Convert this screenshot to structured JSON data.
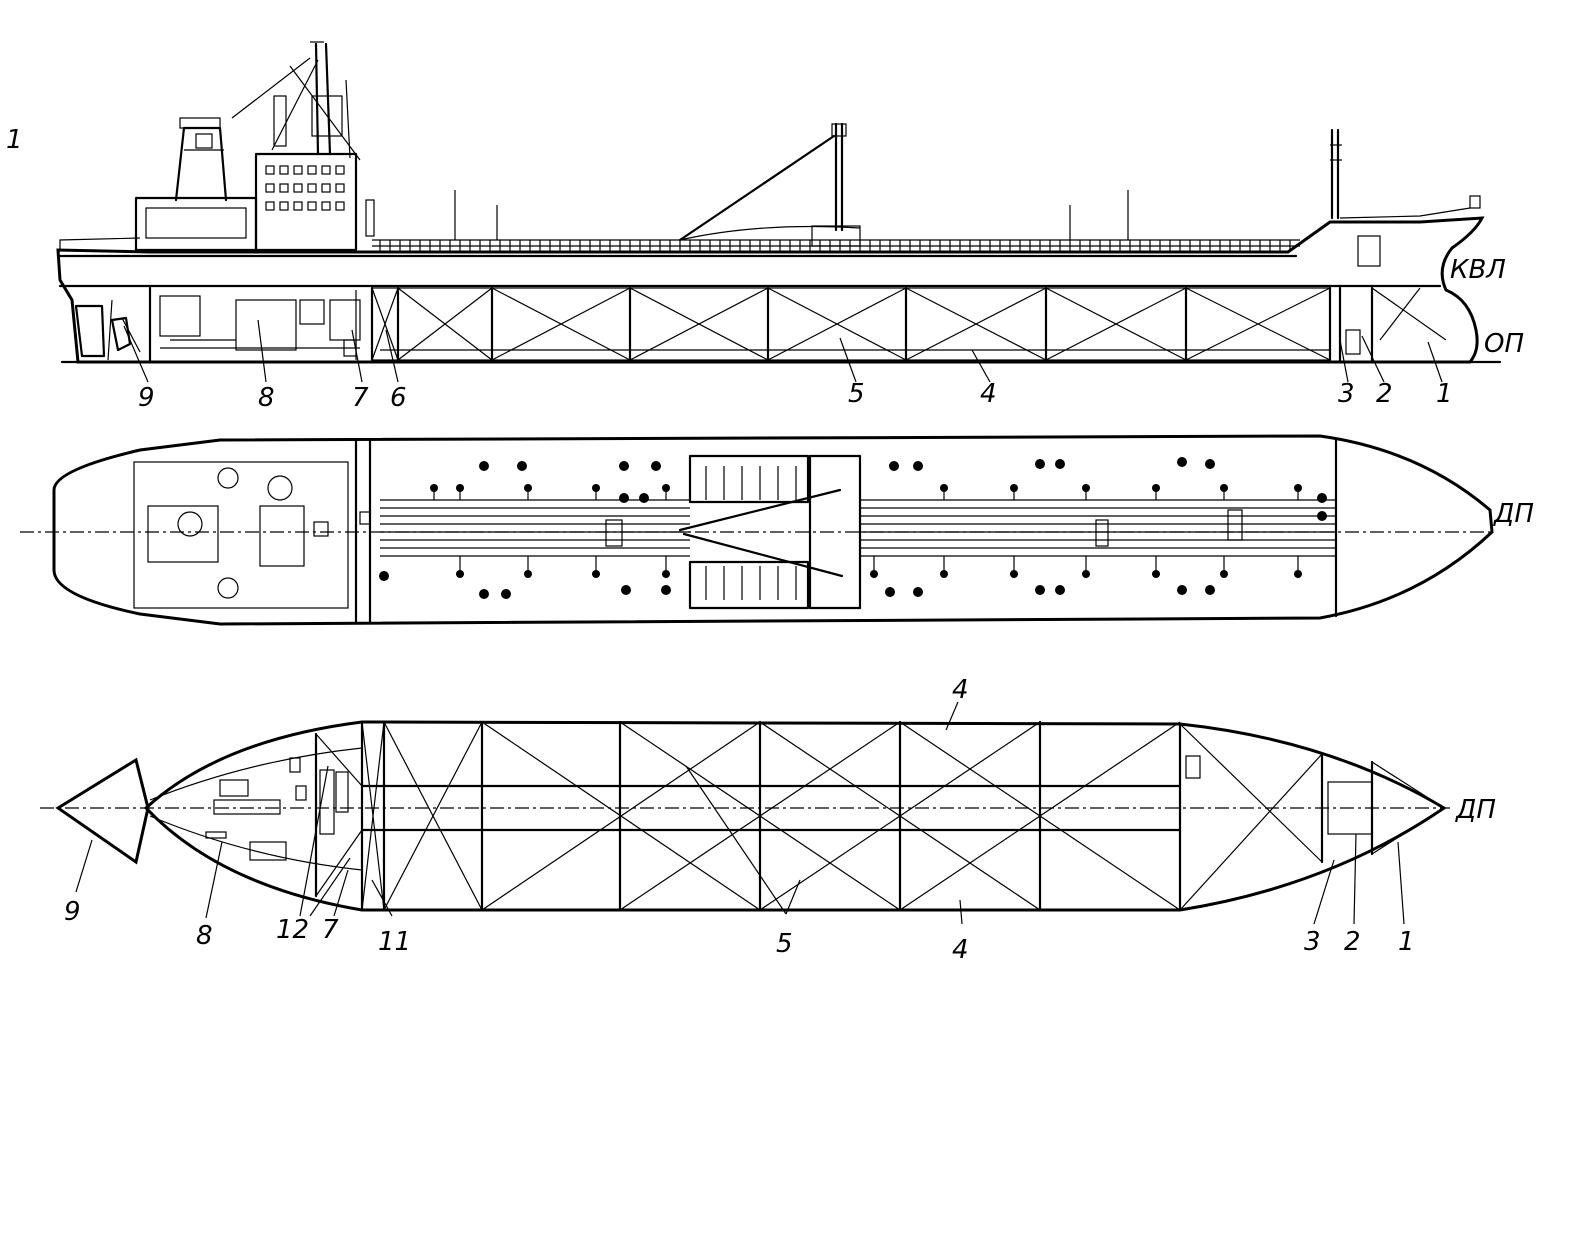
{
  "corner_label": "1",
  "profile_view": {
    "waterline_label": "КВЛ",
    "baseline_label": "ОП",
    "callouts": [
      "9",
      "8",
      "7",
      "6",
      "5",
      "4",
      "3",
      "2",
      "1"
    ]
  },
  "deck_plan_view": {
    "centerline_label": "ДП"
  },
  "hold_plan_view": {
    "centerline_label": "ДП",
    "callouts_top": [
      "4"
    ],
    "callouts_bottom": [
      "9",
      "8",
      "12",
      "7",
      "11",
      "5",
      "4",
      "3",
      "2",
      "1"
    ]
  }
}
